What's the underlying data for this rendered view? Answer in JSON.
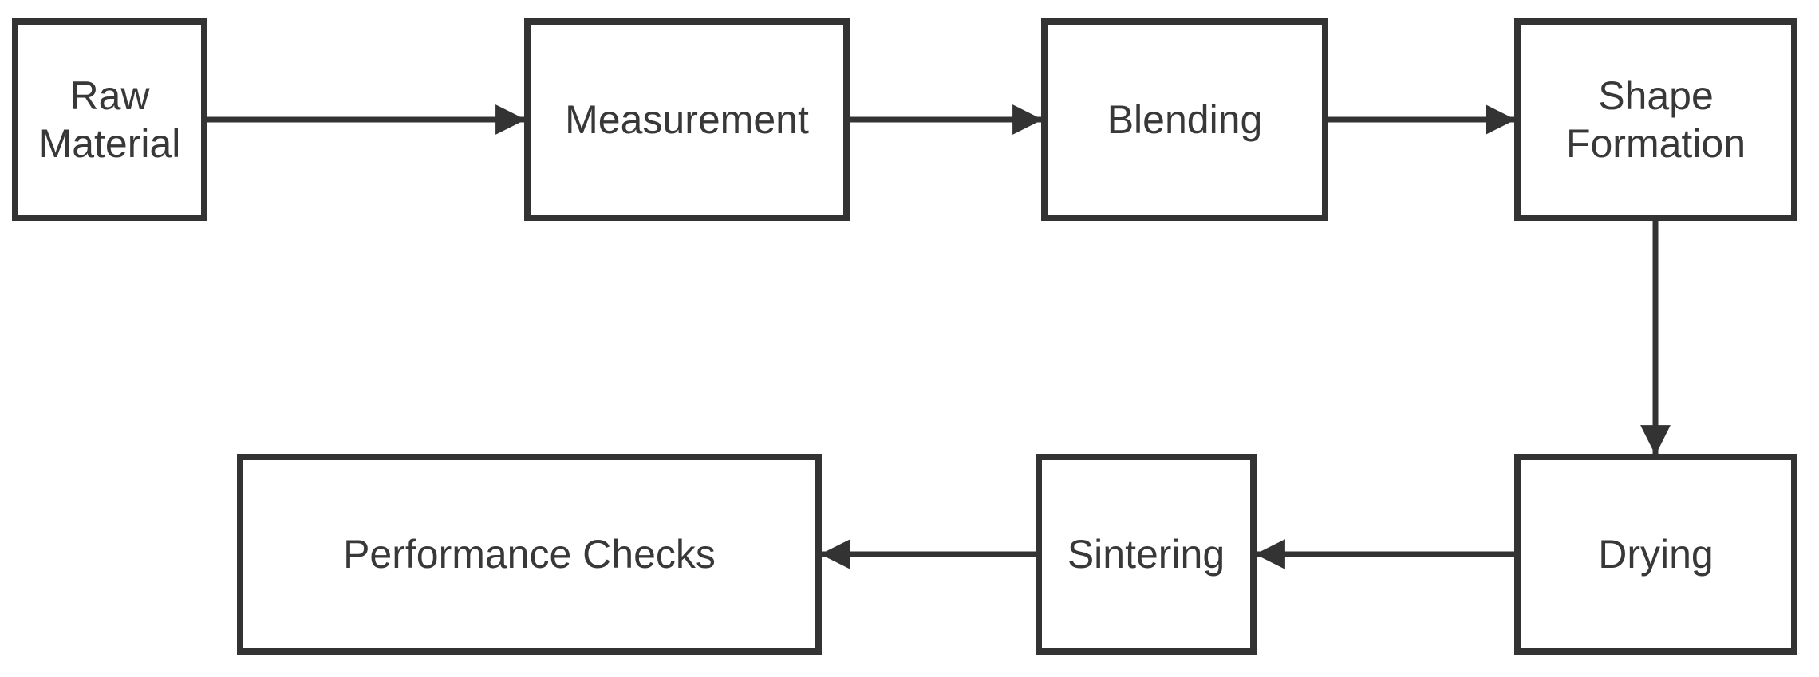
{
  "diagram": {
    "type": "flowchart",
    "title": "",
    "nodes": [
      {
        "id": "raw-material",
        "label": "Raw Material"
      },
      {
        "id": "measurement",
        "label": "Measurement"
      },
      {
        "id": "blending",
        "label": "Blending"
      },
      {
        "id": "shape-formation",
        "label": "Shape Formation"
      },
      {
        "id": "performance-checks",
        "label": "Performance Checks"
      },
      {
        "id": "sintering",
        "label": "Sintering"
      },
      {
        "id": "drying",
        "label": "Drying"
      }
    ],
    "edges": [
      {
        "from": "Raw Material",
        "to": "Measurement",
        "direction": "right"
      },
      {
        "from": "Measurement",
        "to": "Blending",
        "direction": "right"
      },
      {
        "from": "Blending",
        "to": "Shape Formation",
        "direction": "right"
      },
      {
        "from": "Shape Formation",
        "to": "Drying",
        "direction": "down"
      },
      {
        "from": "Drying",
        "to": "Sintering",
        "direction": "left"
      },
      {
        "from": "Sintering",
        "to": "Performance Checks",
        "direction": "left"
      }
    ],
    "colors": {
      "stroke": "#333333",
      "text": "#383838",
      "node_fill": "#ffffff",
      "background": "#ffffff"
    }
  }
}
